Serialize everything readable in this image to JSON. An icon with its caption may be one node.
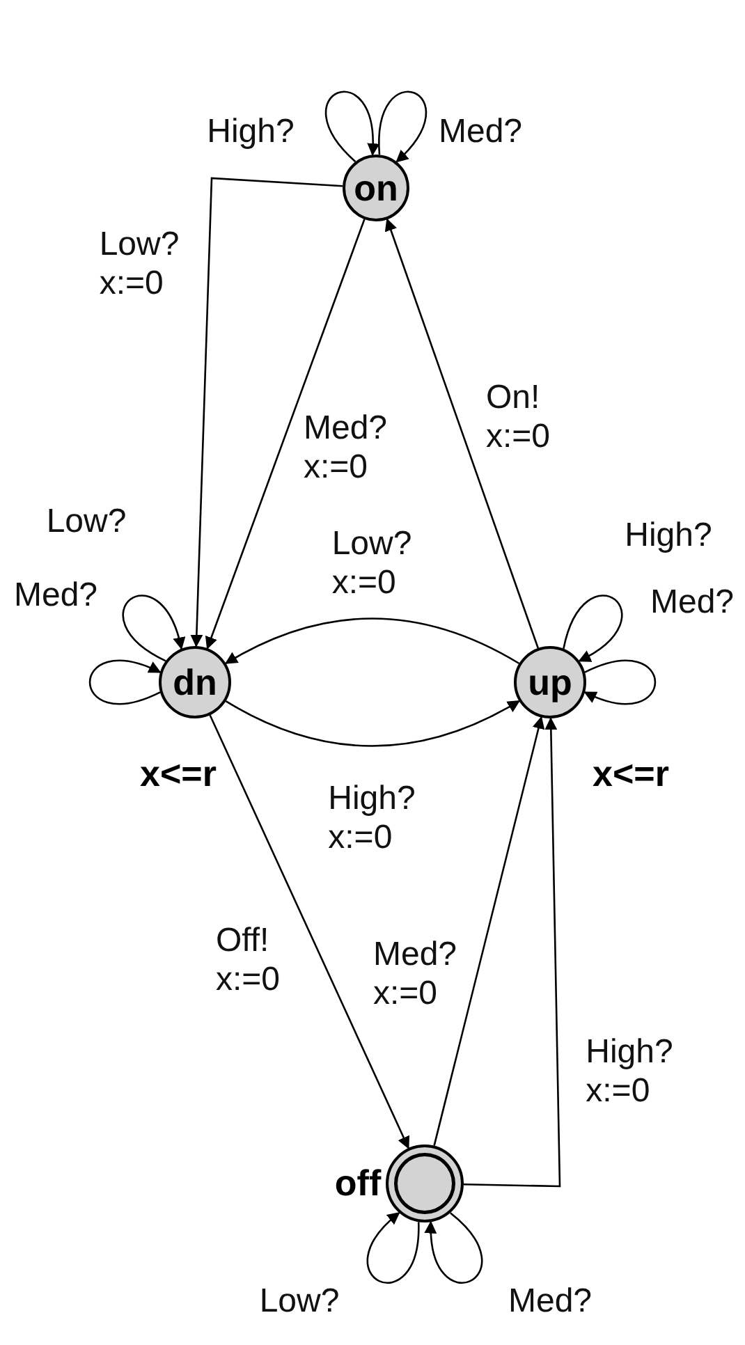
{
  "diagram": {
    "nodes": [
      {
        "text": [
          "on"
        ]
      },
      {
        "text": [
          "dn"
        ],
        "beside": [
          "x<=r"
        ]
      },
      {
        "text": [
          "up"
        ],
        "beside": [
          "x<=r"
        ]
      },
      {
        "text": [
          "off"
        ]
      }
    ],
    "edges": [
      {
        "from": 0,
        "to": 0,
        "arrow": "to",
        "label": "High?"
      },
      {
        "from": 0,
        "to": 0,
        "arrow": "to",
        "label": "Med?"
      },
      {
        "from": 0,
        "to": 1,
        "arrow": "to",
        "label": "Low? x:=0"
      },
      {
        "from": 0,
        "to": 1,
        "arrow": "to",
        "label": "Med? x:=0"
      },
      {
        "from": 2,
        "to": 0,
        "arrow": "to",
        "label": "On! x:=0"
      },
      {
        "from": 1,
        "to": 1,
        "arrow": "to",
        "label": "Low?"
      },
      {
        "from": 1,
        "to": 1,
        "arrow": "to",
        "label": "Med?"
      },
      {
        "from": 2,
        "to": 1,
        "arrow": "to",
        "label": "Low? x:=0"
      },
      {
        "from": 1,
        "to": 2,
        "arrow": "to",
        "label": "High? x:=0"
      },
      {
        "from": 2,
        "to": 2,
        "arrow": "to",
        "label": "High?"
      },
      {
        "from": 2,
        "to": 2,
        "arrow": "to",
        "label": "Med?"
      },
      {
        "from": 1,
        "to": 3,
        "arrow": "to",
        "label": "Off! x:=0"
      },
      {
        "from": 3,
        "to": 2,
        "arrow": "to",
        "label": "Med? x:=0"
      },
      {
        "from": 3,
        "to": 2,
        "arrow": "to",
        "label": "High? x:=0"
      },
      {
        "from": 3,
        "to": 3,
        "arrow": "to",
        "label": "Low?"
      },
      {
        "from": 3,
        "to": 3,
        "arrow": "to",
        "label": "Med?"
      }
    ]
  }
}
